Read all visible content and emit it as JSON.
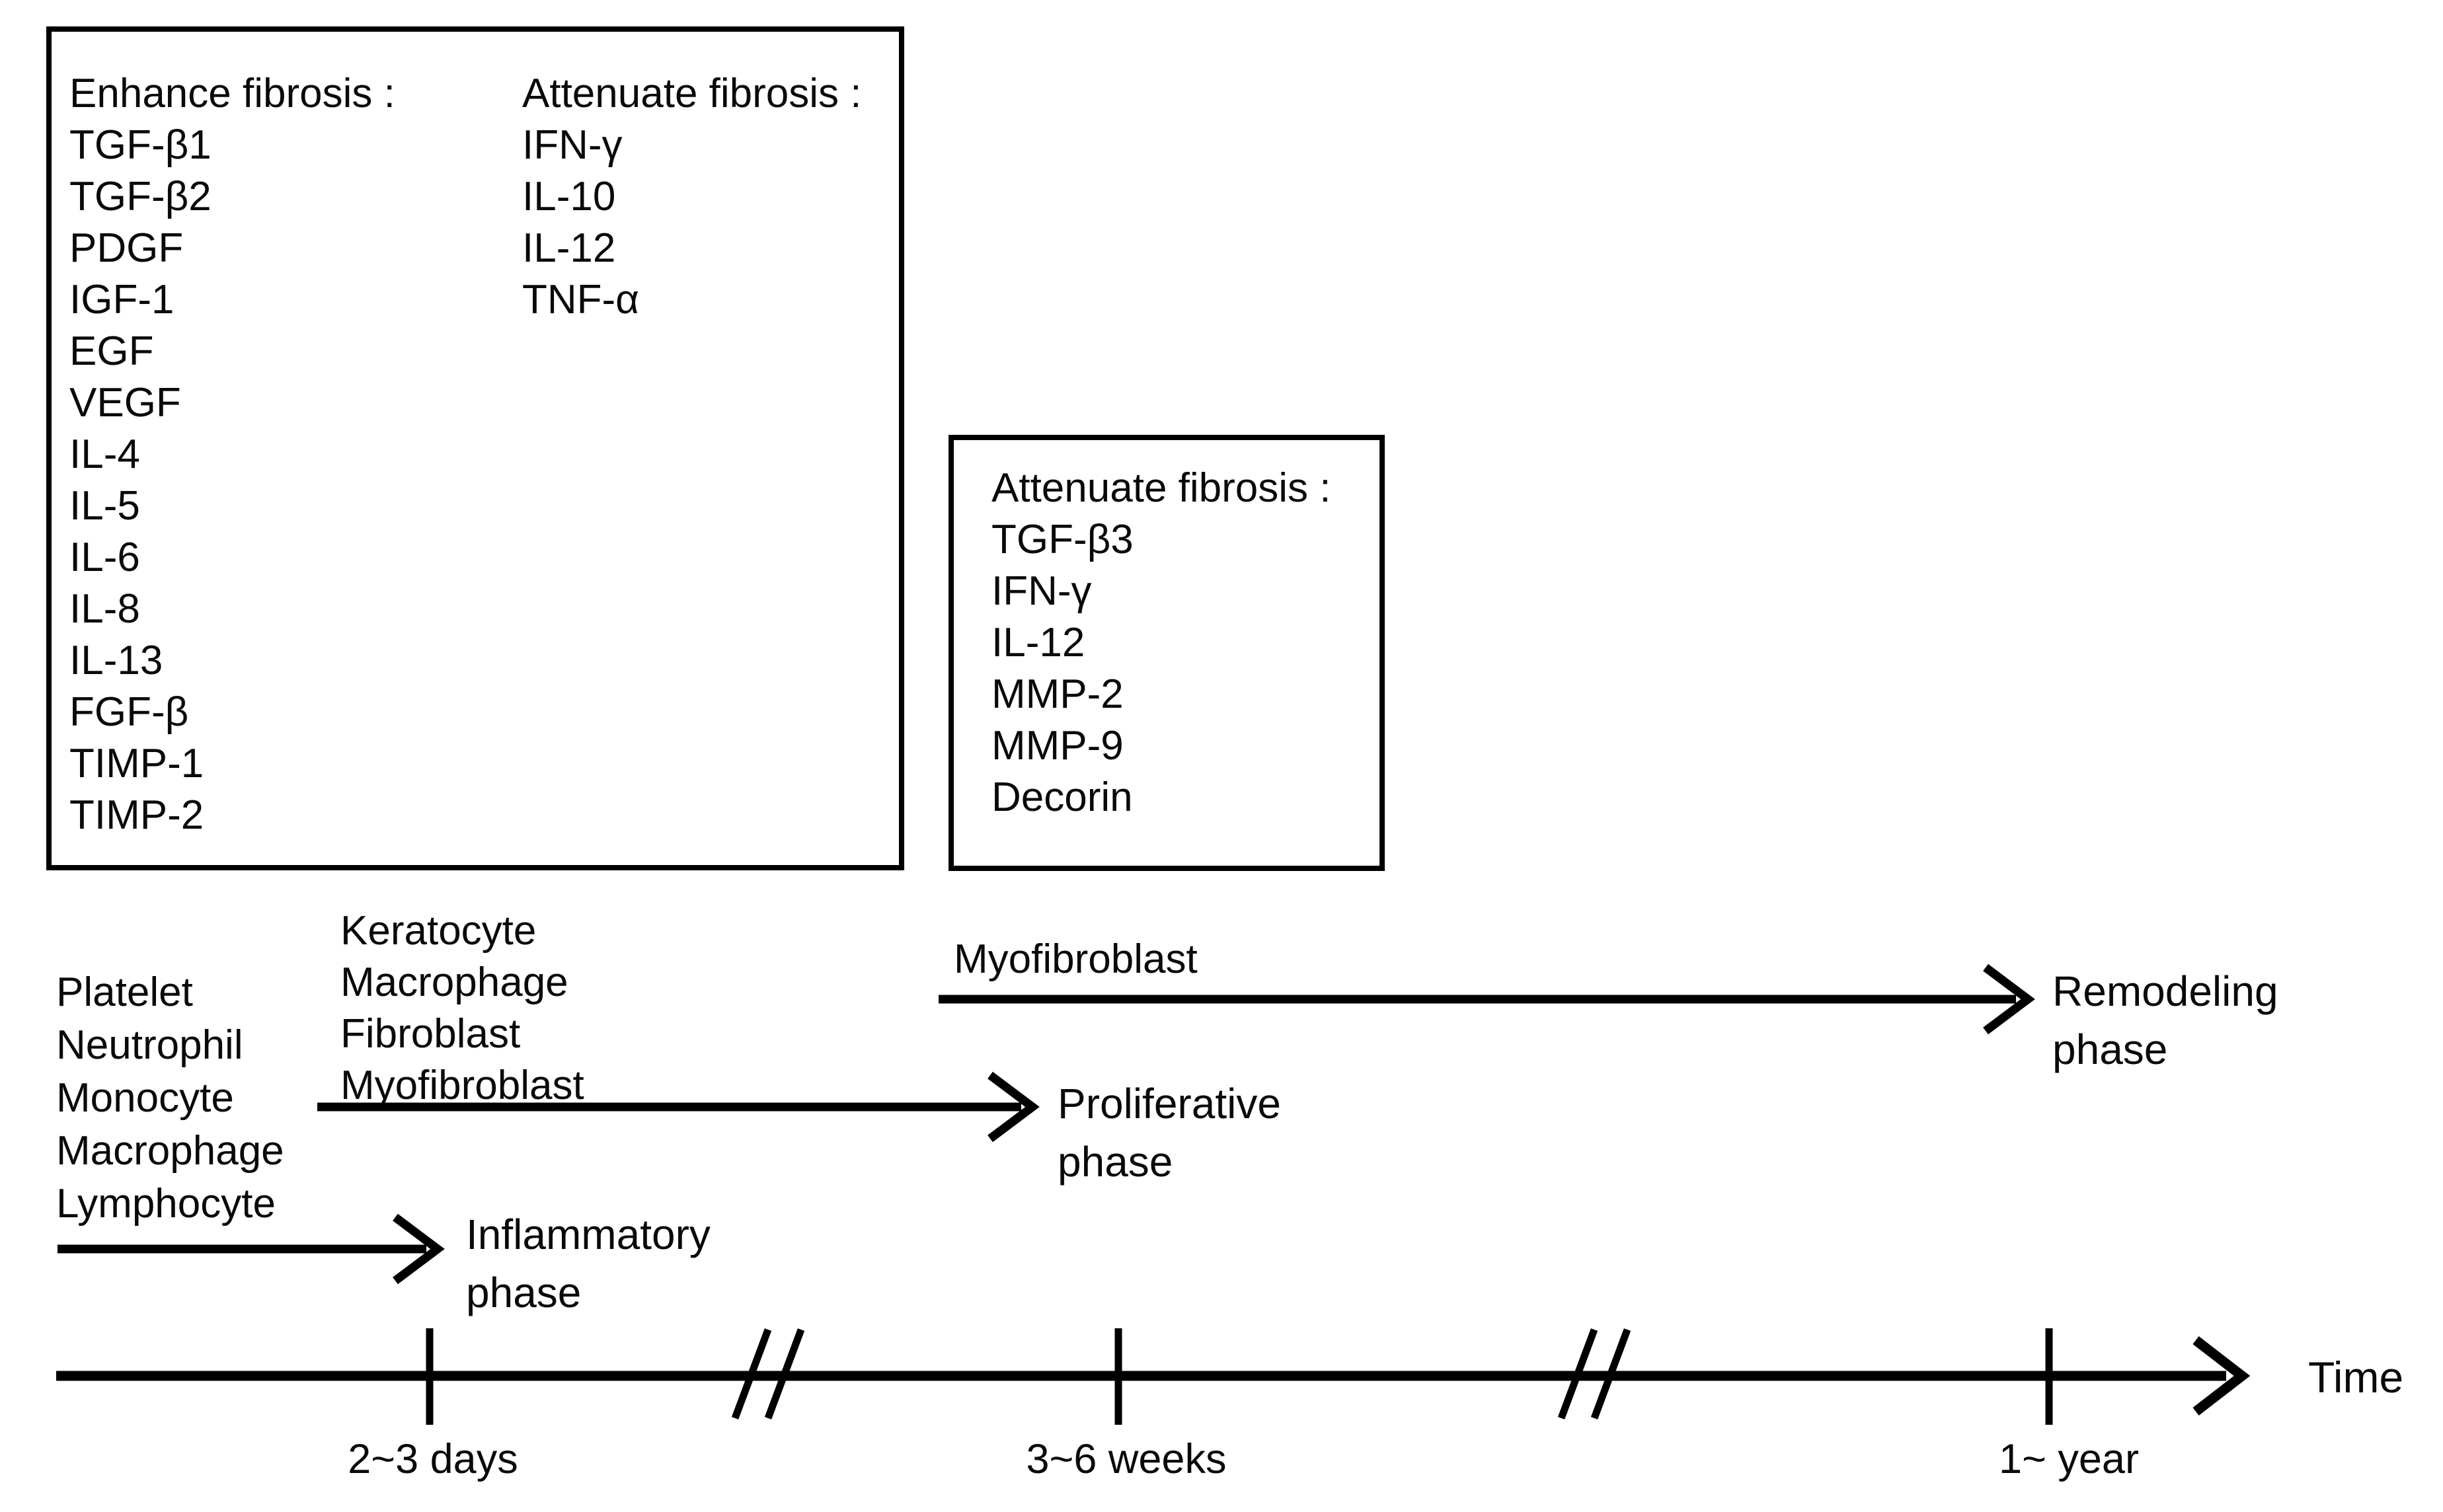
{
  "boxes": {
    "top": {
      "enhance": {
        "title": "Enhance fibrosis :",
        "items": [
          "TGF-β1",
          "TGF-β2",
          "PDGF",
          "IGF-1",
          "EGF",
          "VEGF",
          "IL-4",
          "IL-5",
          "IL-6",
          "IL-8",
          "IL-13",
          "FGF-β",
          "TIMP-1",
          "TIMP-2"
        ]
      },
      "attenuate": {
        "title": "Attenuate fibrosis :",
        "items": [
          "IFN-γ",
          "IL-10",
          "IL-12",
          "TNF-α"
        ]
      }
    },
    "proliferative_box": {
      "title": "Attenuate fibrosis :",
      "items": [
        "TGF-β3",
        "IFN-γ",
        "IL-12",
        "MMP-2",
        "MMP-9",
        "Decorin"
      ]
    }
  },
  "cell_lists": {
    "inflammatory_cells": [
      "Platelet",
      "Neutrophil",
      "Monocyte",
      "Macrophage",
      "Lymphocyte"
    ],
    "proliferative_cells": [
      "Keratocyte",
      "Macrophage",
      "Fibroblast",
      "Myofibroblast"
    ],
    "remodeling_cells": [
      "Myofibroblast"
    ]
  },
  "phase_labels": {
    "inflammatory": {
      "line1": "Inflammatory",
      "line2": "phase"
    },
    "proliferative": {
      "line1": "Proliferative",
      "line2": "phase"
    },
    "remodeling": {
      "line1": "Remodeling",
      "line2": "phase"
    }
  },
  "timeline": {
    "axis_label": "Time",
    "tick_labels": [
      "2~3 days",
      "3~6 weeks",
      "1~ year"
    ]
  },
  "colors": {
    "ink": "#000000",
    "background": "#ffffff"
  }
}
